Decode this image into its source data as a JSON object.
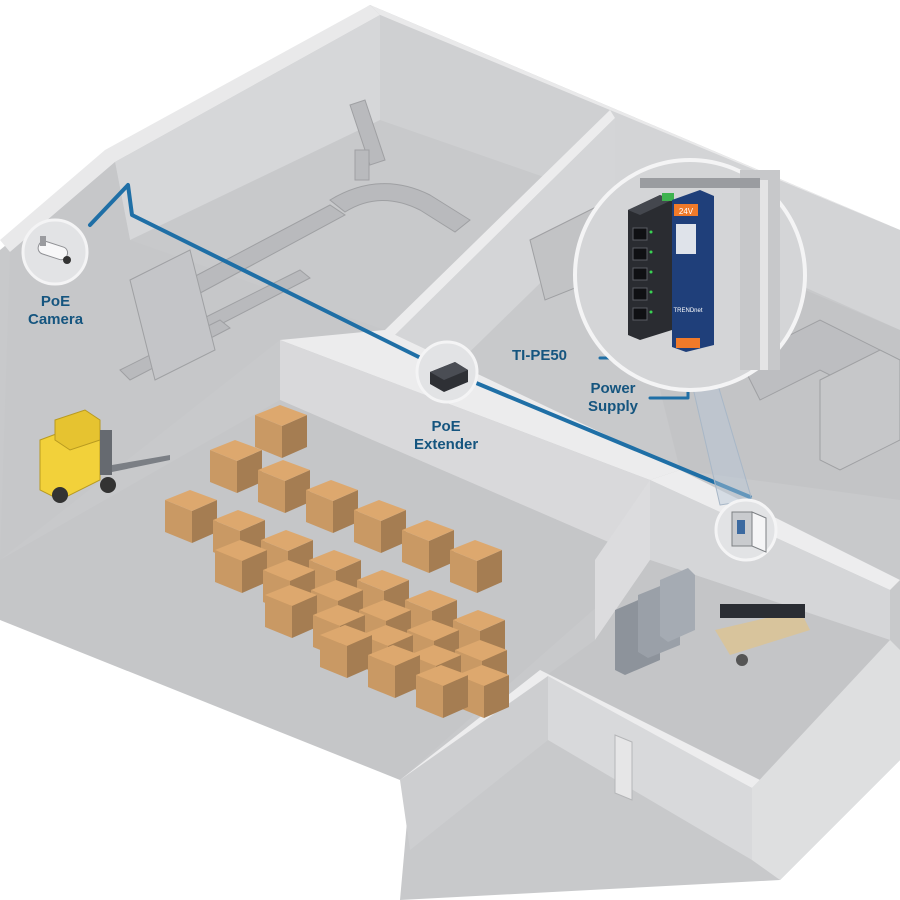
{
  "colors": {
    "link": "#1f6fa6",
    "label": "#15557f",
    "wall": "#d9dadc",
    "floor": "#c9cacc",
    "box": "#c99964",
    "forklift": "#f2d13a"
  },
  "labels": {
    "camera": [
      "PoE",
      "Camera"
    ],
    "extender": [
      "PoE",
      "Extender"
    ],
    "switch": "TI-PE50",
    "power": [
      "Power",
      "Supply"
    ]
  },
  "icons": {
    "camera": "bullet-camera-icon",
    "extender": "poe-extender-icon",
    "switch": "industrial-switch-icon",
    "power": "din-rail-power-supply-icon",
    "cabinet": "electrical-cabinet-icon"
  },
  "device_text": {
    "brand": "TRENDnet",
    "psu_readout": "24V"
  }
}
